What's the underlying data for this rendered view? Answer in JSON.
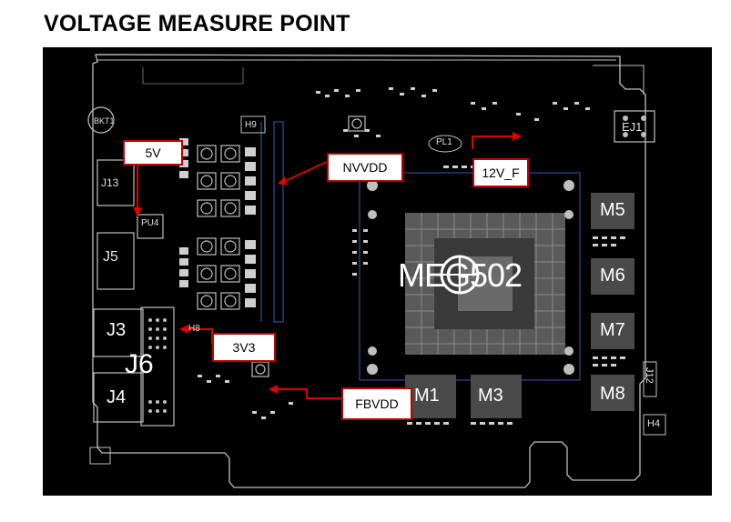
{
  "title": "VOLTAGE MEASURE POINT",
  "callouts": {
    "v5": "5V",
    "nvvdd": "NVVDD",
    "v12": "12V_F",
    "v3v3": "3V3",
    "fbvdd": "FBVDD"
  },
  "labels": {
    "bkt1": "BKT1",
    "h9": "H9",
    "ej1": "EJ1",
    "pl1": "PL1",
    "j13": "J13",
    "pu4": "PU4",
    "j5": "J5",
    "j3": "J3",
    "j6": "J6",
    "j4": "J4",
    "h8": "H8",
    "gpu": "MEG502",
    "m1": "M1",
    "m3": "M3",
    "m5": "M5",
    "m6": "M6",
    "m7": "M7",
    "m8": "M8",
    "j12": "J12",
    "h4": "H4"
  },
  "colors": {
    "board": "#000000",
    "callout_border": "#c00000",
    "arrow": "#e00000",
    "outline": "#bfbfbf",
    "trace": "#2a4f9a"
  }
}
